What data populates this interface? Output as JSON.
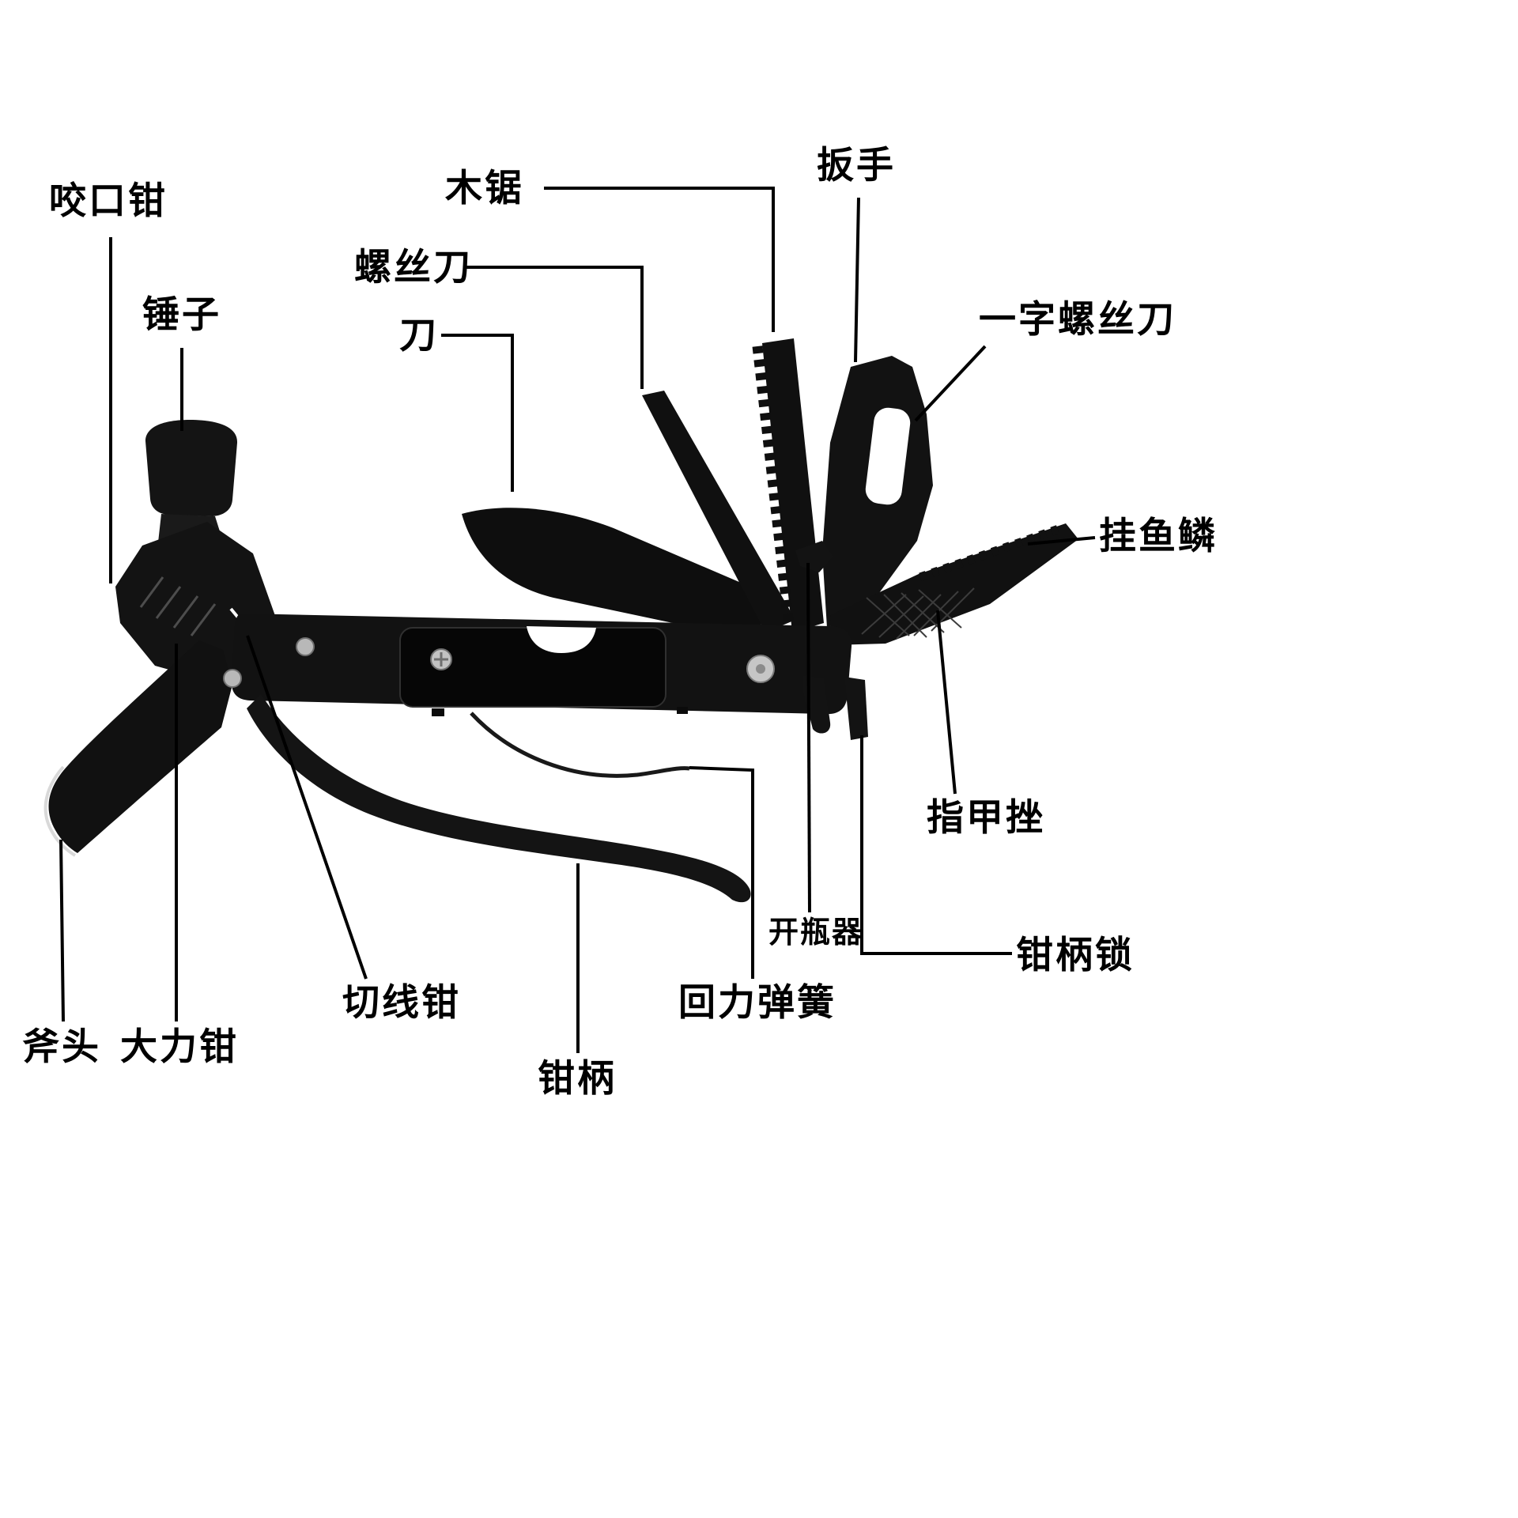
{
  "diagram": {
    "labels": {
      "bite_pliers": "咬口钳",
      "hammer": "锤子",
      "screwdriver": "螺丝刀",
      "knife": "刀",
      "wood_saw": "木锯",
      "wrench": "扳手",
      "flat_screwdriver": "一字螺丝刀",
      "fish_scaler": "挂鱼鳞",
      "nail_file": "指甲挫",
      "bottle_opener": "开瓶器",
      "plier_handle_lock": "钳柄锁",
      "return_spring": "回力弹簧",
      "plier_handle": "钳柄",
      "wire_cutter": "切线钳",
      "power_pliers": "大力钳",
      "axe_head": "斧头"
    },
    "colors": {
      "tool_body": "#121212",
      "label_text": "#000000",
      "leader_line": "#000000",
      "background": "#ffffff",
      "metal_screw": "#c2c2c2"
    }
  }
}
